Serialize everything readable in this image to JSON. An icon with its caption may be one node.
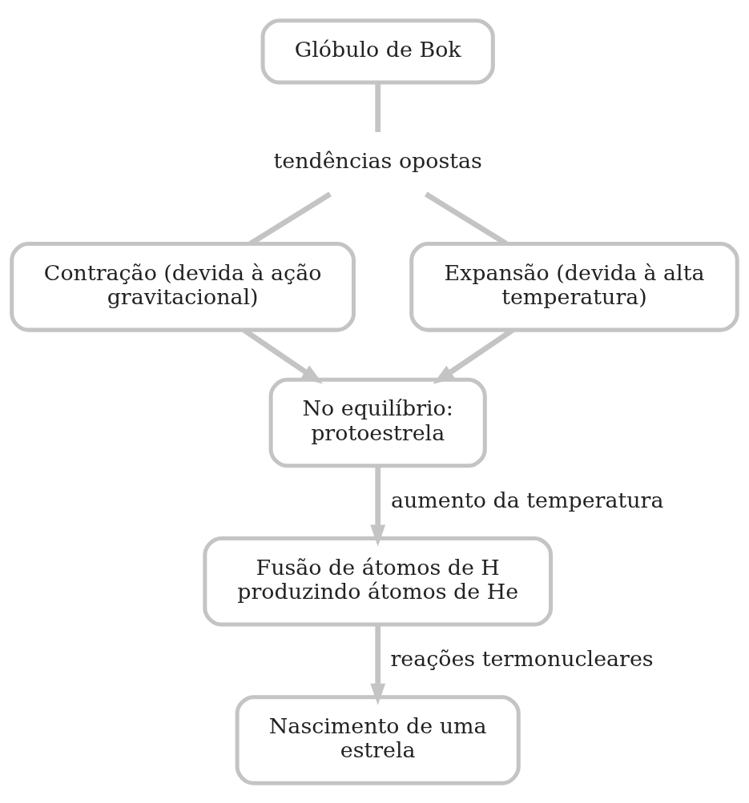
{
  "diagram": {
    "nodes": [
      {
        "text": [
          "Glóbulo de Bok"
        ]
      },
      {
        "text": [
          "tendências opostas"
        ]
      },
      {
        "text": [
          "Contração (devida à ação gravitacional)"
        ]
      },
      {
        "text": [
          "Expansão (devida à alta temperatura)"
        ]
      },
      {
        "text": [
          "No equilíbrio:",
          "protoestrela"
        ]
      },
      {
        "text": [
          "Fusão de átomos de H produzindo átomos de He"
        ]
      },
      {
        "text": [
          "Nascimento de uma estrela"
        ]
      }
    ],
    "edges": [
      {
        "from": 0,
        "to": 1,
        "arrow": "none"
      },
      {
        "from": 1,
        "to": 2,
        "arrow": "none"
      },
      {
        "from": 1,
        "to": 3,
        "arrow": "none"
      },
      {
        "from": 2,
        "to": 4,
        "arrow": "to"
      },
      {
        "from": 3,
        "to": 4,
        "arrow": "to"
      },
      {
        "from": 4,
        "to": 5,
        "arrow": "to",
        "label": "aumento da temperatura"
      },
      {
        "from": 5,
        "to": 6,
        "arrow": "to",
        "label": "reações termonucleares"
      }
    ]
  }
}
